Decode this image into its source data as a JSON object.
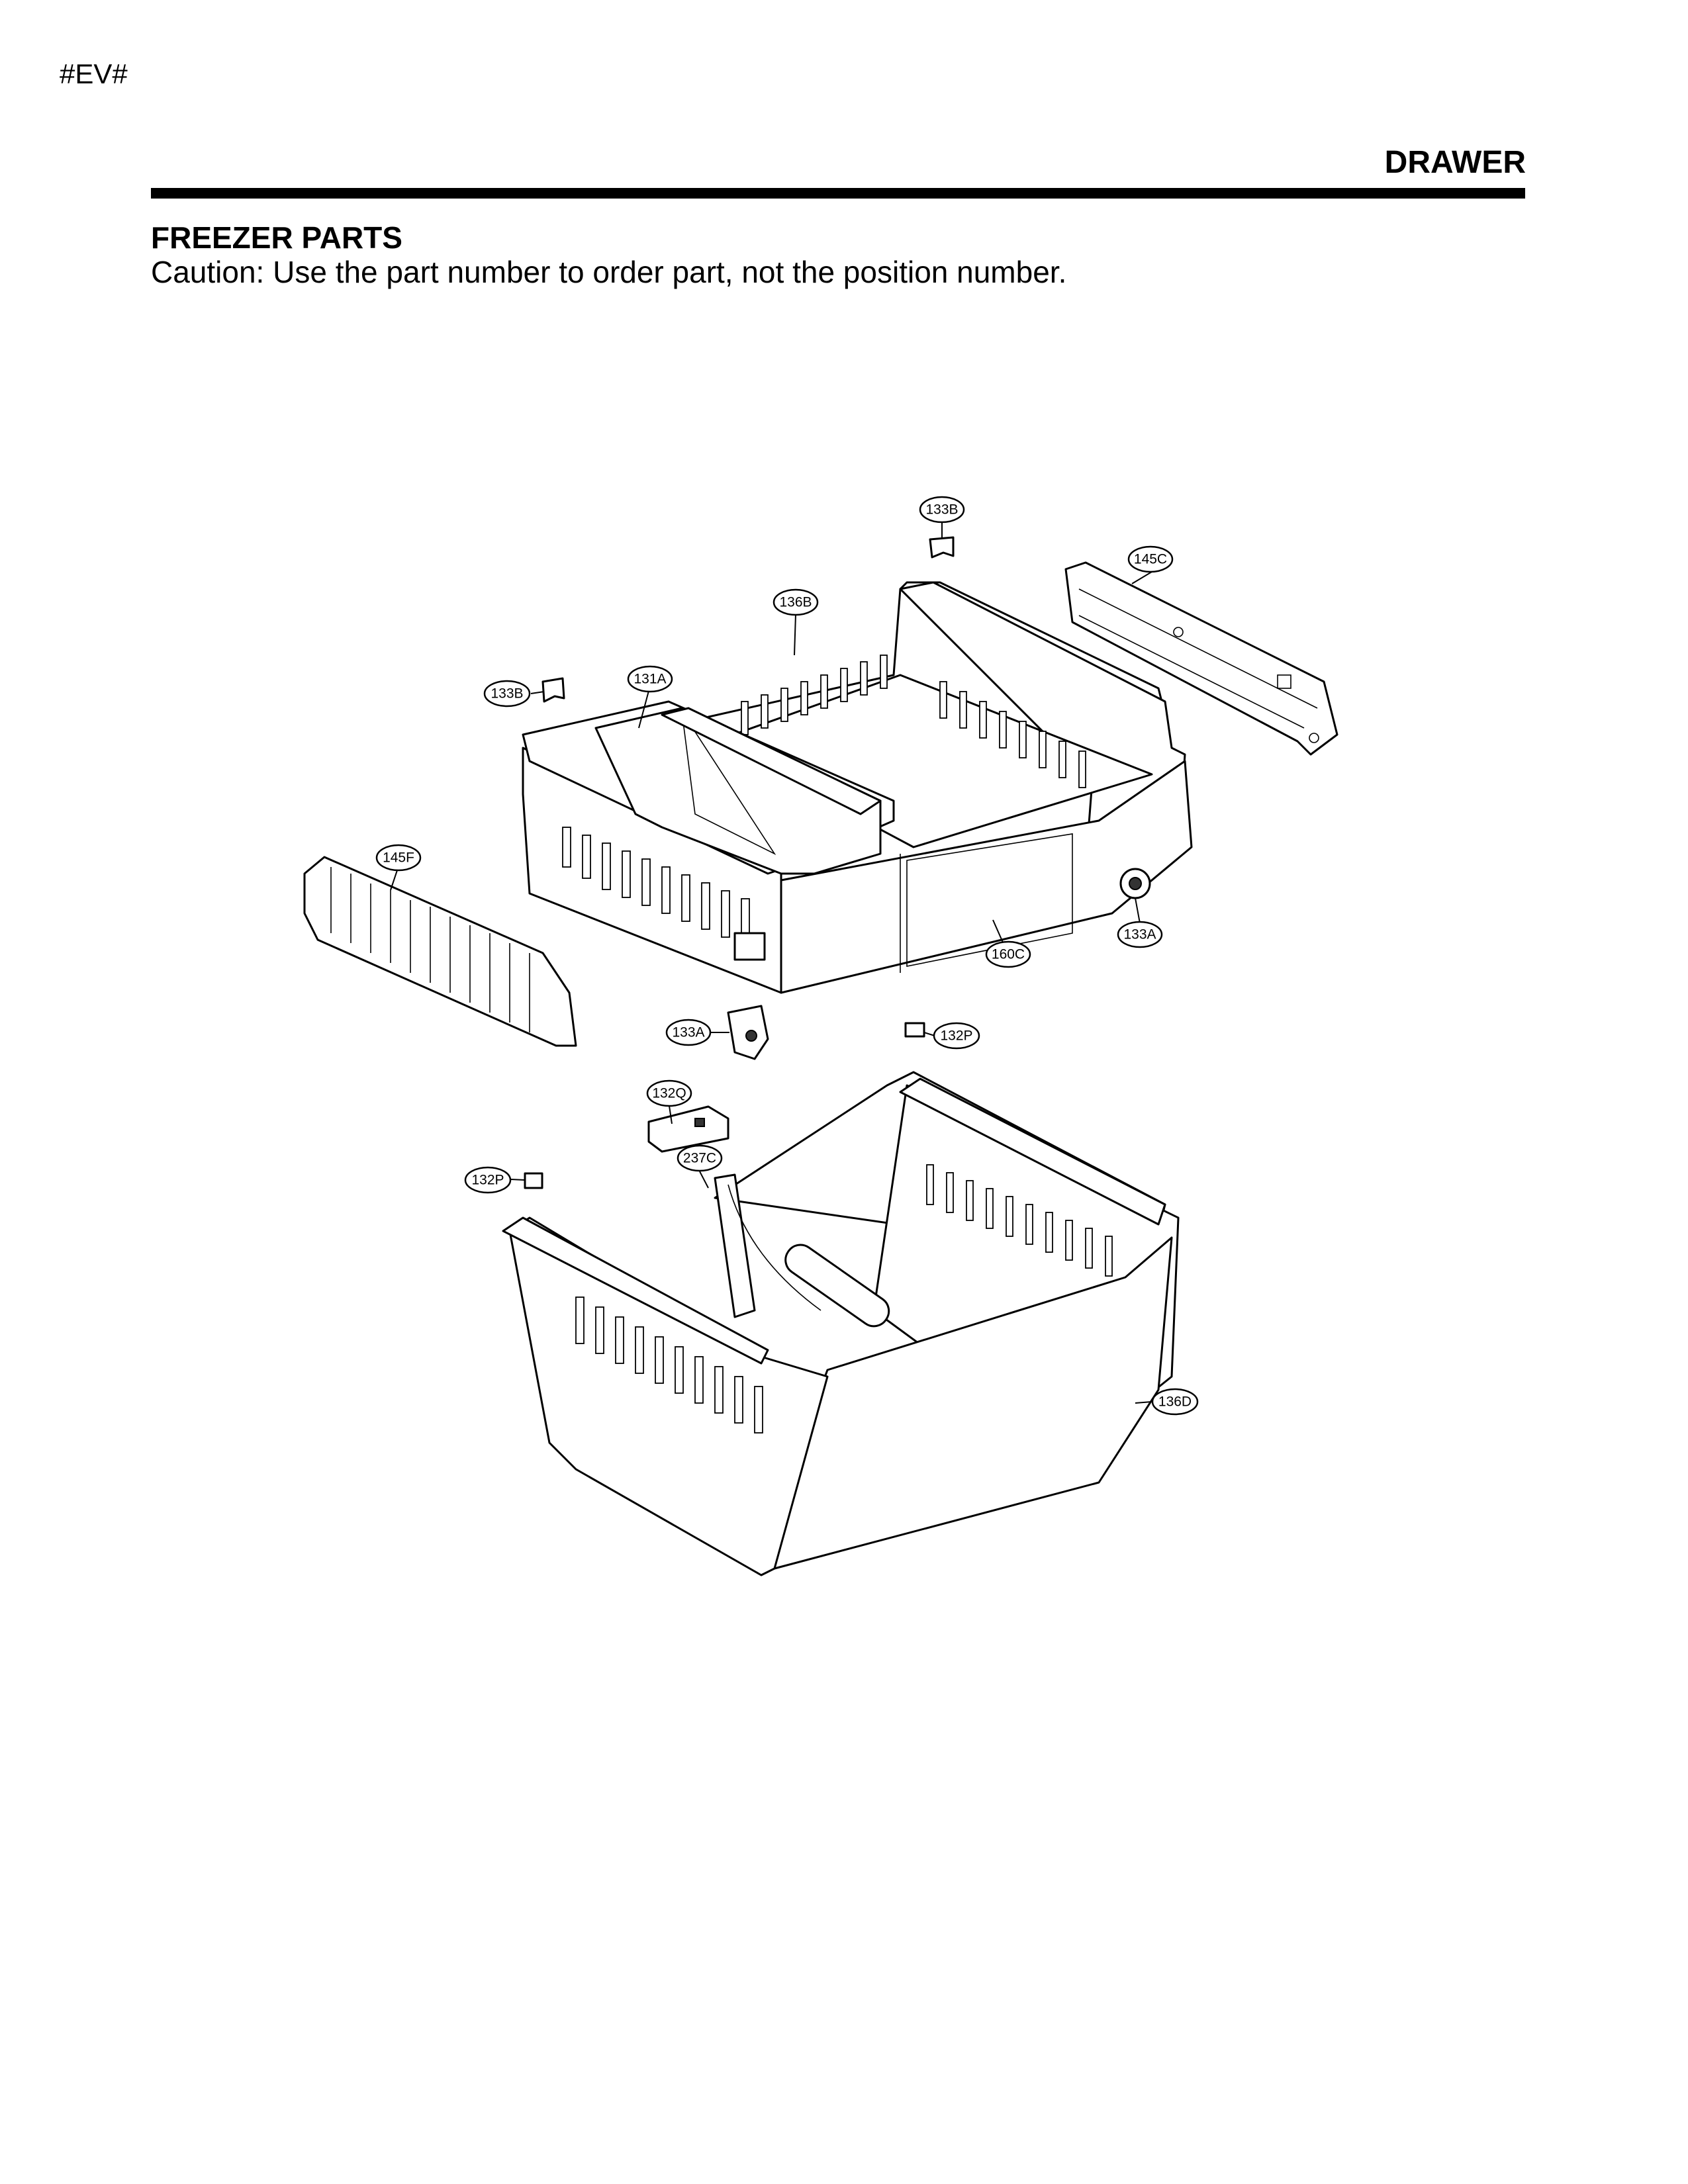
{
  "header": {
    "doc_code": "#EV#",
    "section_title": "DRAWER"
  },
  "content": {
    "heading": "FREEZER PARTS",
    "caution": "Caution: Use the part number to order part, not the position number."
  },
  "callouts": [
    {
      "id": "c-133b-top",
      "label": "133B"
    },
    {
      "id": "c-145c",
      "label": "145C"
    },
    {
      "id": "c-136b",
      "label": "136B"
    },
    {
      "id": "c-133b-left",
      "label": "133B"
    },
    {
      "id": "c-131a",
      "label": "131A"
    },
    {
      "id": "c-145f",
      "label": "145F"
    },
    {
      "id": "c-160c",
      "label": "160C"
    },
    {
      "id": "c-133a-right",
      "label": "133A"
    },
    {
      "id": "c-133a-left",
      "label": "133A"
    },
    {
      "id": "c-132p-right",
      "label": "132P"
    },
    {
      "id": "c-132q",
      "label": "132Q"
    },
    {
      "id": "c-237c",
      "label": "237C"
    },
    {
      "id": "c-132p-left",
      "label": "132P"
    },
    {
      "id": "c-136d",
      "label": "136D"
    }
  ]
}
